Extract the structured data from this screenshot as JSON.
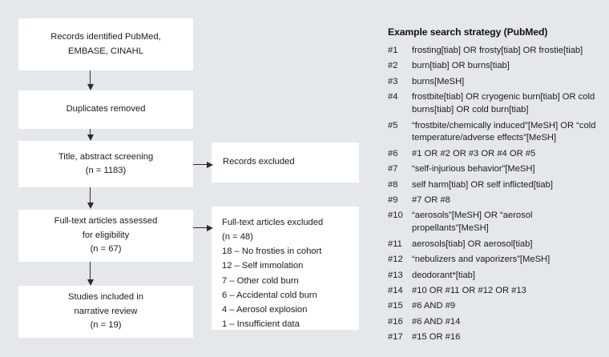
{
  "flow": {
    "boxes": [
      {
        "name": "records-identified",
        "lines": [
          "Records identified PubMed,",
          "EMBASE, CINAHL"
        ]
      },
      {
        "name": "duplicates-removed",
        "lines": [
          "Duplicates removed"
        ]
      },
      {
        "name": "title-abstract-screening",
        "lines": [
          "Title, abstract screening",
          "(n = 1183)"
        ]
      },
      {
        "name": "full-text-assessed",
        "lines": [
          "Full-text articles assessed",
          "for eligibility",
          "(n = 67)"
        ]
      },
      {
        "name": "studies-included",
        "lines": [
          "Studies included in",
          "narrative review",
          "(n = 19)"
        ]
      }
    ],
    "records_excluded": {
      "label": "Records excluded"
    },
    "fulltext_excluded": {
      "rows": [
        "Full-text articles excluded",
        "(n = 48)",
        "18 – No frosties in cohort",
        "12 – Self immolation",
        "7 – Other cold burn",
        "6 – Accidental cold burn",
        "4 – Aerosol explosion",
        "1 – Insufficient data"
      ]
    }
  },
  "strategy": {
    "title": "Example search strategy (PubMed)",
    "rows": [
      {
        "num": "#1",
        "text": "frosting[tiab] OR frosty[tiab] OR frostie[tiab]"
      },
      {
        "num": "#2",
        "text": "burn[tiab] OR burns[tiab]"
      },
      {
        "num": "#3",
        "text": "burns[MeSH]"
      },
      {
        "num": "#4",
        "text": "frostbite[tiab] OR cryogenic burn[tiab] OR cold burns[tiab] OR cold burn[tiab]"
      },
      {
        "num": "#5",
        "text": "“frostbite/chemically induced”[MeSH] OR “cold temperature/adverse effects”[MeSH]"
      },
      {
        "num": "#6",
        "text": "#1 OR #2 OR #3 OR #4 OR #5"
      },
      {
        "num": "#7",
        "text": "“self-injurious behavior”[MeSH]"
      },
      {
        "num": "#8",
        "text": "self harm[tiab] OR self inflicted[tiab]"
      },
      {
        "num": "#9",
        "text": "#7 OR #8"
      },
      {
        "num": "#10",
        "text": "“aerosols”[MeSH] OR “aerosol propellants”[MeSH]"
      },
      {
        "num": "#11",
        "text": "aerosols[tiab] OR aerosol[tiab]"
      },
      {
        "num": "#12",
        "text": "“nebulizers and vaporizers”[MeSH]"
      },
      {
        "num": "#13",
        "text": "deodorant*[tiab]"
      },
      {
        "num": "#14",
        "text": "#10 OR #11 OR #12 OR #13"
      },
      {
        "num": "#15",
        "text": "#6 AND #9"
      },
      {
        "num": "#16",
        "text": "#6 AND #14"
      },
      {
        "num": "#17",
        "text": "#15 OR #16"
      }
    ]
  },
  "colors": {
    "background": "#e4e8eb",
    "box_fill": "#ffffff",
    "text": "#1b1b1b",
    "arrow": "#2b2b2b"
  }
}
